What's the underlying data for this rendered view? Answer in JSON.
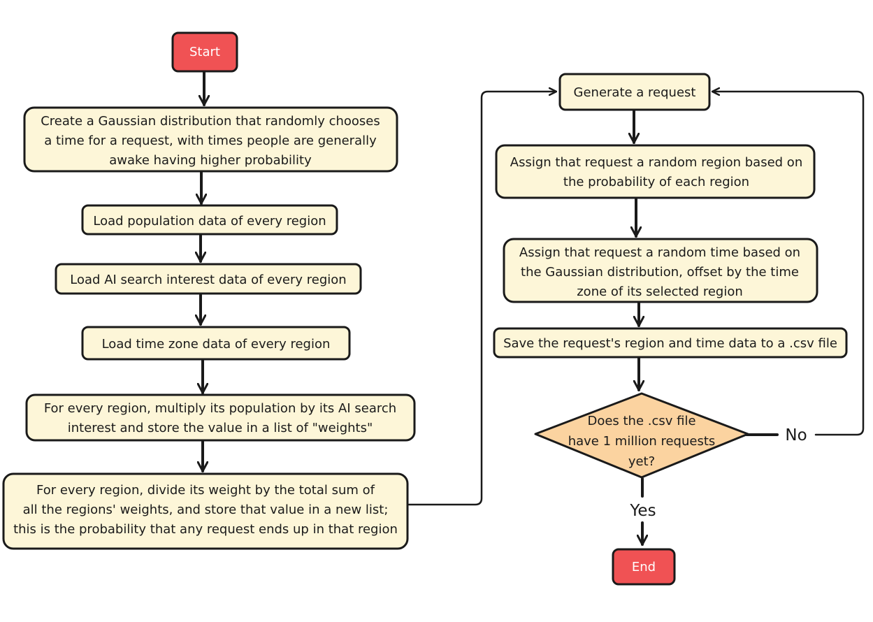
{
  "nodes": {
    "start": "Start",
    "gaussian": [
      "Create a Gaussian distribution that randomly chooses",
      "a time for a request, with times people are generally",
      "awake having higher probability"
    ],
    "load_population": "Load population data of every region",
    "load_ai_interest": "Load AI search interest data of every region",
    "load_timezone": "Load time zone data of every region",
    "weights": [
      "For every region, multiply its population by its AI search",
      "interest and store the value in a list of \"weights\""
    ],
    "probability": [
      "For every region, divide its weight by the total sum of",
      "all the regions' weights, and store that value in a new list;",
      "this is the probability that any request ends up in that region"
    ],
    "generate": "Generate a request",
    "assign_region": [
      "Assign that request a random region based on",
      "the probability of each region"
    ],
    "assign_time": [
      "Assign that request a random time based on",
      "the Gaussian distribution, offset by the time",
      "zone of its selected region"
    ],
    "save": "Save the request's region and time data to a .csv file",
    "decision": [
      "Does the .csv file",
      "have 1 million requests",
      "yet?"
    ],
    "end": "End"
  },
  "branches": {
    "no": "No",
    "yes": "Yes"
  },
  "colors": {
    "process_fill": "#fdf6d8",
    "terminal_fill": "#f05254",
    "decision_fill": "#fbd3a0",
    "stroke": "#1a1a1a"
  }
}
